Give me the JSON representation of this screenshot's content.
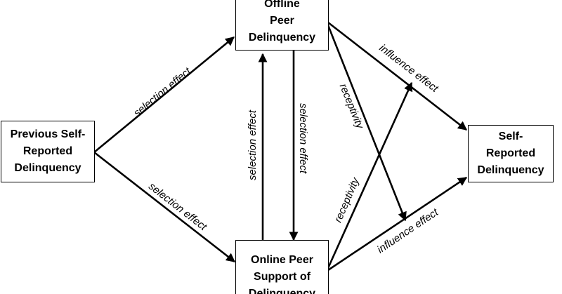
{
  "nodes": {
    "previous_self_reported": "Previous Self-\nReported\nDelinquency",
    "offline_peer": "Offline\nPeer\nDelinquency",
    "online_peer": "Online Peer\nSupport of\nDelinquency",
    "self_reported": "Self-\nReported\nDelinquency"
  },
  "edges": {
    "prev_to_offline": "selection effect",
    "prev_to_online": "selection effect",
    "online_to_offline": "selection effect",
    "offline_to_online": "selection effect",
    "offline_to_self": "influence effect",
    "online_to_self": "influence effect",
    "receptivity_down": "receptivity",
    "receptivity_up": "receptivity"
  }
}
